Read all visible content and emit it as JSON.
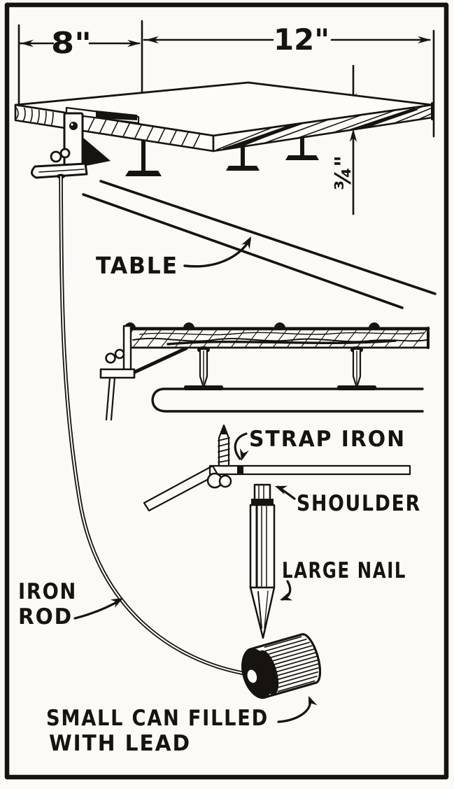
{
  "figure": {
    "type": "vintage-construction-diagram",
    "colors": {
      "paper": "#fbfaf6",
      "ink": "#17130e"
    },
    "dimensions": {
      "width_left": "8\"",
      "width_right": "12\"",
      "thickness": "¾\""
    },
    "labels": {
      "table": "TABLE",
      "strap_iron": "STRAP IRON",
      "shoulder": "SHOULDER",
      "large_nail": "LARGE NAIL",
      "iron_rod_line1": "IRON",
      "iron_rod_line2": "ROD",
      "can_line1": "SMALL CAN FILLED",
      "can_line2": "WITH LEAD"
    }
  }
}
